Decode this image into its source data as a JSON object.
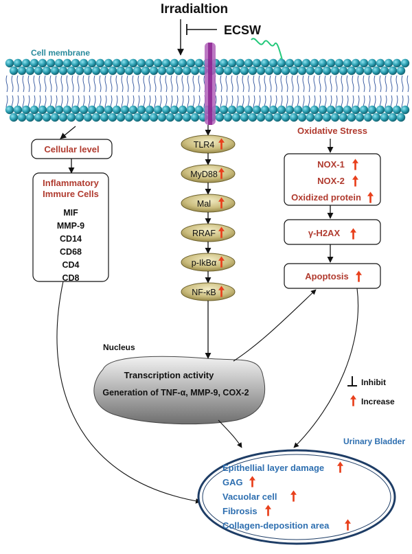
{
  "header": {
    "title": "Irradialtion",
    "inhibitor": "ECSW"
  },
  "membrane": {
    "label": "Cell membrane"
  },
  "left": {
    "level_label": "Cellular level",
    "cells_title_line1": "Inflammatory",
    "cells_title_line2": "Immure Cells",
    "markers": [
      "MIF",
      "MMP-9",
      "CD14",
      "CD68",
      "CD4",
      "CD8"
    ]
  },
  "center": {
    "pathway": [
      "TLR4",
      "MyD88",
      "Mal",
      "RRAF",
      "p-IkBα",
      "NF-κB"
    ],
    "nucleus_label": "Nucleus",
    "nucleus_line1": "Transcription activity",
    "nucleus_line2": "Generation of TNF-α, MMP-9, COX-2"
  },
  "right": {
    "stress_title": "Oxidative Stress",
    "stress_items": [
      "NOX-1",
      "NOX-2",
      "Oxidized protein"
    ],
    "h2ax": "γ-H2AX",
    "apoptosis": "Apoptosis"
  },
  "legend": {
    "inhibit": "Inhibit",
    "increase": "Increase"
  },
  "bladder": {
    "title": "Urinary Bladder",
    "items": [
      "Epithellial layer damage",
      "GAG",
      "Vacuolar cell",
      "Fibrosis",
      "Collagen-deposition area"
    ]
  },
  "colors": {
    "red_text": "#b03a2e",
    "blue_text": "#2e6fb0",
    "arrow_red": "#e8401c",
    "membrane": "#2a8a9c",
    "channel": "#9b2fa0"
  }
}
